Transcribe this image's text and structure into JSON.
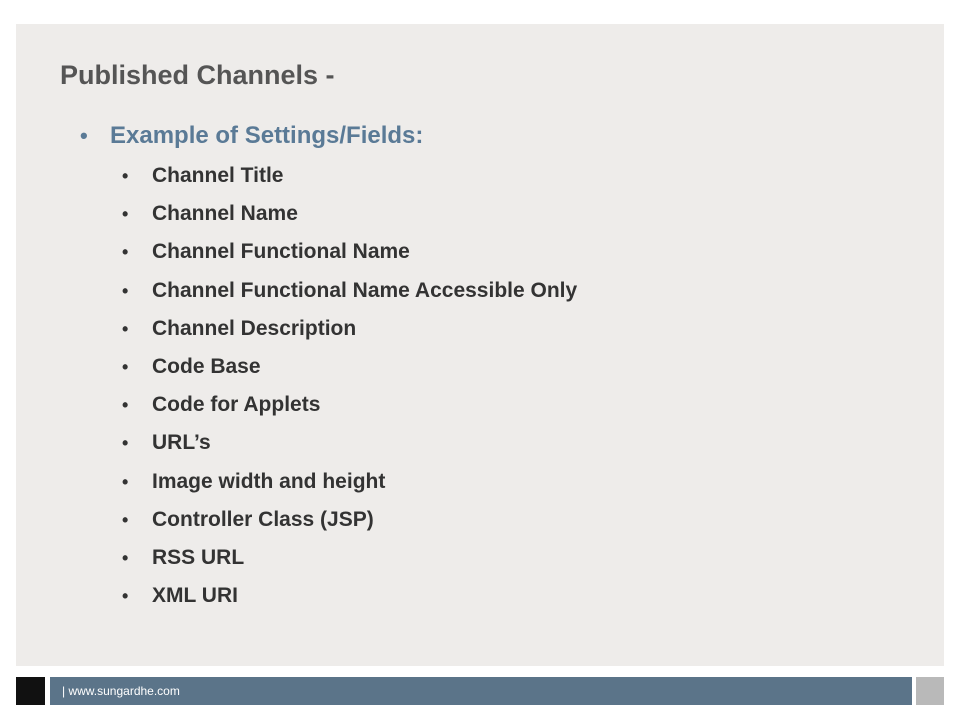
{
  "slide": {
    "title": "Published Channels -",
    "section": {
      "bullet": "•",
      "heading": "Example of Settings/Fields:"
    },
    "items": [
      "Channel Title",
      "Channel Name",
      "Channel Functional Name",
      "Channel Functional Name Accessible Only",
      "Channel Description",
      "Code Base",
      "Code for Applets",
      "URL’s",
      "Image width and height",
      "Controller Class (JSP)",
      "RSS URL",
      "XML URI"
    ],
    "item_bullet": "•"
  },
  "footer": {
    "text": "| www.sungardhe.com"
  },
  "colors": {
    "panel": "#eeecea",
    "title": "#555555",
    "heading": "#5a7a96",
    "body": "#333333",
    "footer_bar": "#5b7489",
    "footer_square": "#111111",
    "footer_end": "#b9b9b9"
  }
}
